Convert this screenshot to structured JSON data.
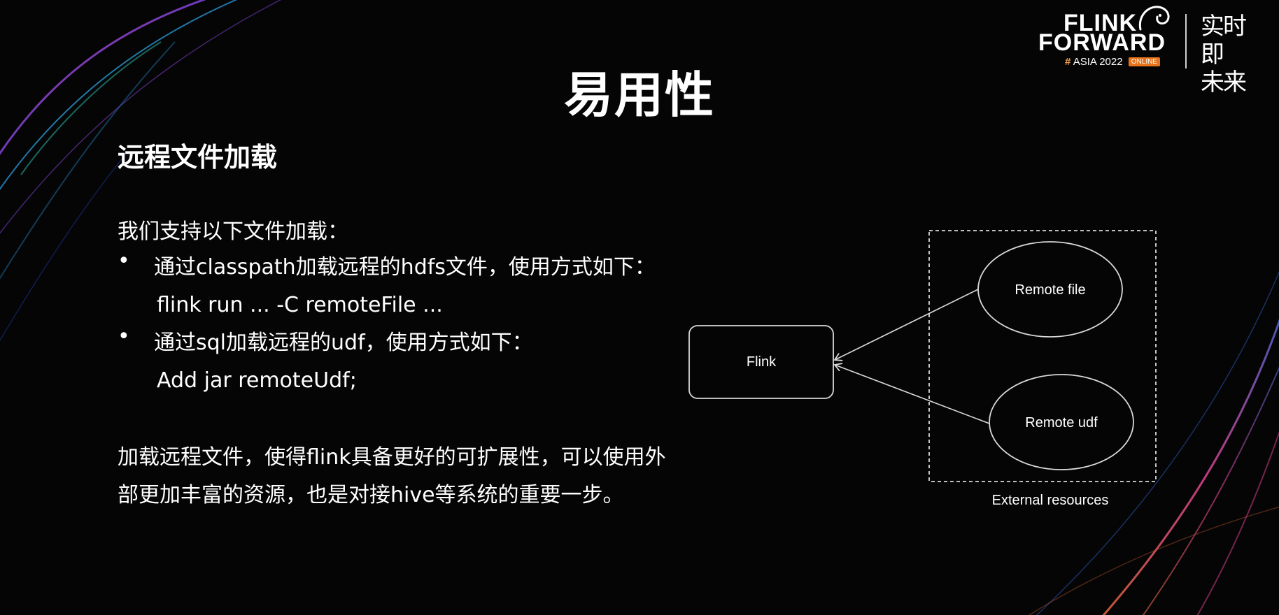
{
  "slide": {
    "title": "易用性",
    "section_heading": "远程文件加载",
    "intro": "我们支持以下文件加载：",
    "bullets": [
      {
        "marker": "•",
        "text": "通过classpath加载远程的hdfs文件，使用方式如下：",
        "command": "flink run ... -C remoteFile ..."
      },
      {
        "marker": "•",
        "text": "通过sql加载远程的udf，使用方式如下：",
        "command": "Add jar remoteUdf;"
      }
    ],
    "summary": [
      "加载远程文件，使得flink具备更好的可扩展性，可以使用外",
      "部更加丰富的资源，也是对接hive等系统的重要一步。"
    ]
  },
  "diagram": {
    "nodes": {
      "flink": "Flink",
      "remote_file": "Remote file",
      "remote_udf": "Remote udf"
    },
    "group_label": "External resources",
    "line_color": "#d9d9d9"
  },
  "logo": {
    "line1": "FLINK",
    "line2": "FORWARD",
    "hash": "#",
    "event": "ASIA 2022",
    "badge": "ONLINE",
    "slogan_line1": "实时即",
    "slogan_line2": "未来",
    "badge_color": "#e8731a"
  }
}
